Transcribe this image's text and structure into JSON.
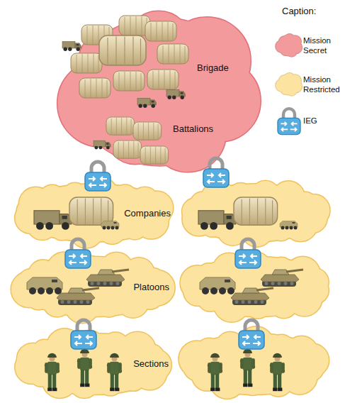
{
  "diagram": {
    "nodes": [
      {
        "text": [
          "Brigade",
          "Battalions"
        ]
      },
      {
        "text": [
          "Companies"
        ]
      },
      {
        "text": [
          "Platoons"
        ]
      },
      {
        "text": [
          "Sections"
        ]
      }
    ],
    "labels": [
      "Caption:"
    ],
    "legend": [
      {
        "text": "Mission Secret",
        "color": "#f29a9c"
      },
      {
        "text": "Mission Restricted",
        "color": "#fde3a0"
      },
      {
        "text": "IEG"
      }
    ]
  }
}
